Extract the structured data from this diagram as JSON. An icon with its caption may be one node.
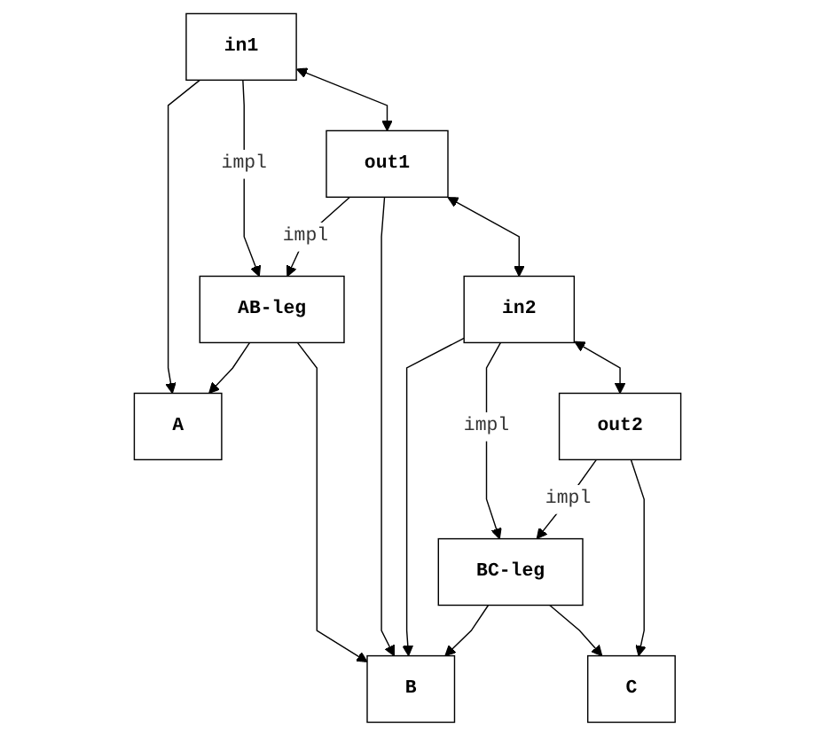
{
  "diagram": {
    "nodes": [
      {
        "text": [
          "A"
        ]
      },
      {
        "text": [
          "AB-leg"
        ]
      },
      {
        "text": [
          "B"
        ]
      },
      {
        "text": [
          "in1"
        ]
      },
      {
        "text": [
          "out1"
        ]
      },
      {
        "text": [
          "in2"
        ]
      },
      {
        "text": [
          "BC-leg"
        ]
      },
      {
        "text": [
          "out2"
        ]
      },
      {
        "text": [
          "C"
        ]
      }
    ],
    "edges": [
      {
        "from": 1,
        "to": 0,
        "arrow": "to"
      },
      {
        "from": 1,
        "to": 2,
        "arrow": "to"
      },
      {
        "from": 3,
        "to": 0,
        "arrow": "to"
      },
      {
        "from": 3,
        "to": 1,
        "arrow": "to",
        "label": "impl"
      },
      {
        "from": 4,
        "to": 1,
        "arrow": "to",
        "label": "impl"
      },
      {
        "from": 3,
        "to": 4,
        "arrow": "both"
      },
      {
        "from": 4,
        "to": 2,
        "arrow": "to"
      },
      {
        "from": 4,
        "to": 5,
        "arrow": "both"
      },
      {
        "from": 5,
        "to": 2,
        "arrow": "to"
      },
      {
        "from": 5,
        "to": 6,
        "arrow": "to",
        "label": "impl"
      },
      {
        "from": 5,
        "to": 7,
        "arrow": "both"
      },
      {
        "from": 7,
        "to": 6,
        "arrow": "to",
        "label": "impl"
      },
      {
        "from": 7,
        "to": 8,
        "arrow": "to"
      },
      {
        "from": 6,
        "to": 2,
        "arrow": "to"
      },
      {
        "from": 6,
        "to": 8,
        "arrow": "to"
      }
    ]
  }
}
